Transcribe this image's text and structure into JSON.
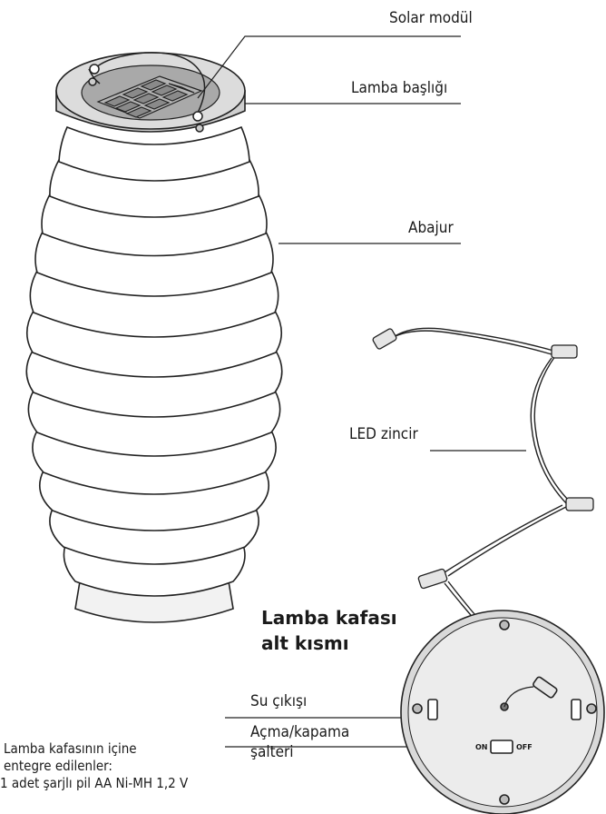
{
  "labels": {
    "solar_module": "Solar modül",
    "lamp_head": "Lamba başlığı",
    "shade": "Abajur",
    "led_chain": "LED zincir",
    "underside_title_1": "Lamba kafası",
    "underside_title_2": "alt kısmı",
    "water_outlet": "Su çıkışı",
    "switch_1": "Açma/kapama",
    "switch_2": "şalteri",
    "switch_on": "ON",
    "switch_off": "OFF"
  },
  "note": {
    "line1": "Lamba kafasının içine",
    "line2": "entegre edilenler:",
    "line3": "1 adet şarjlı pil AA Ni-MH 1,2 V"
  },
  "colors": {
    "lines": "#222222",
    "shade_fill": "#ffffff",
    "head_fill": "#d9d9d9",
    "panel_fill": "#bfbfbf",
    "base_fill": "#e6e6e6"
  }
}
